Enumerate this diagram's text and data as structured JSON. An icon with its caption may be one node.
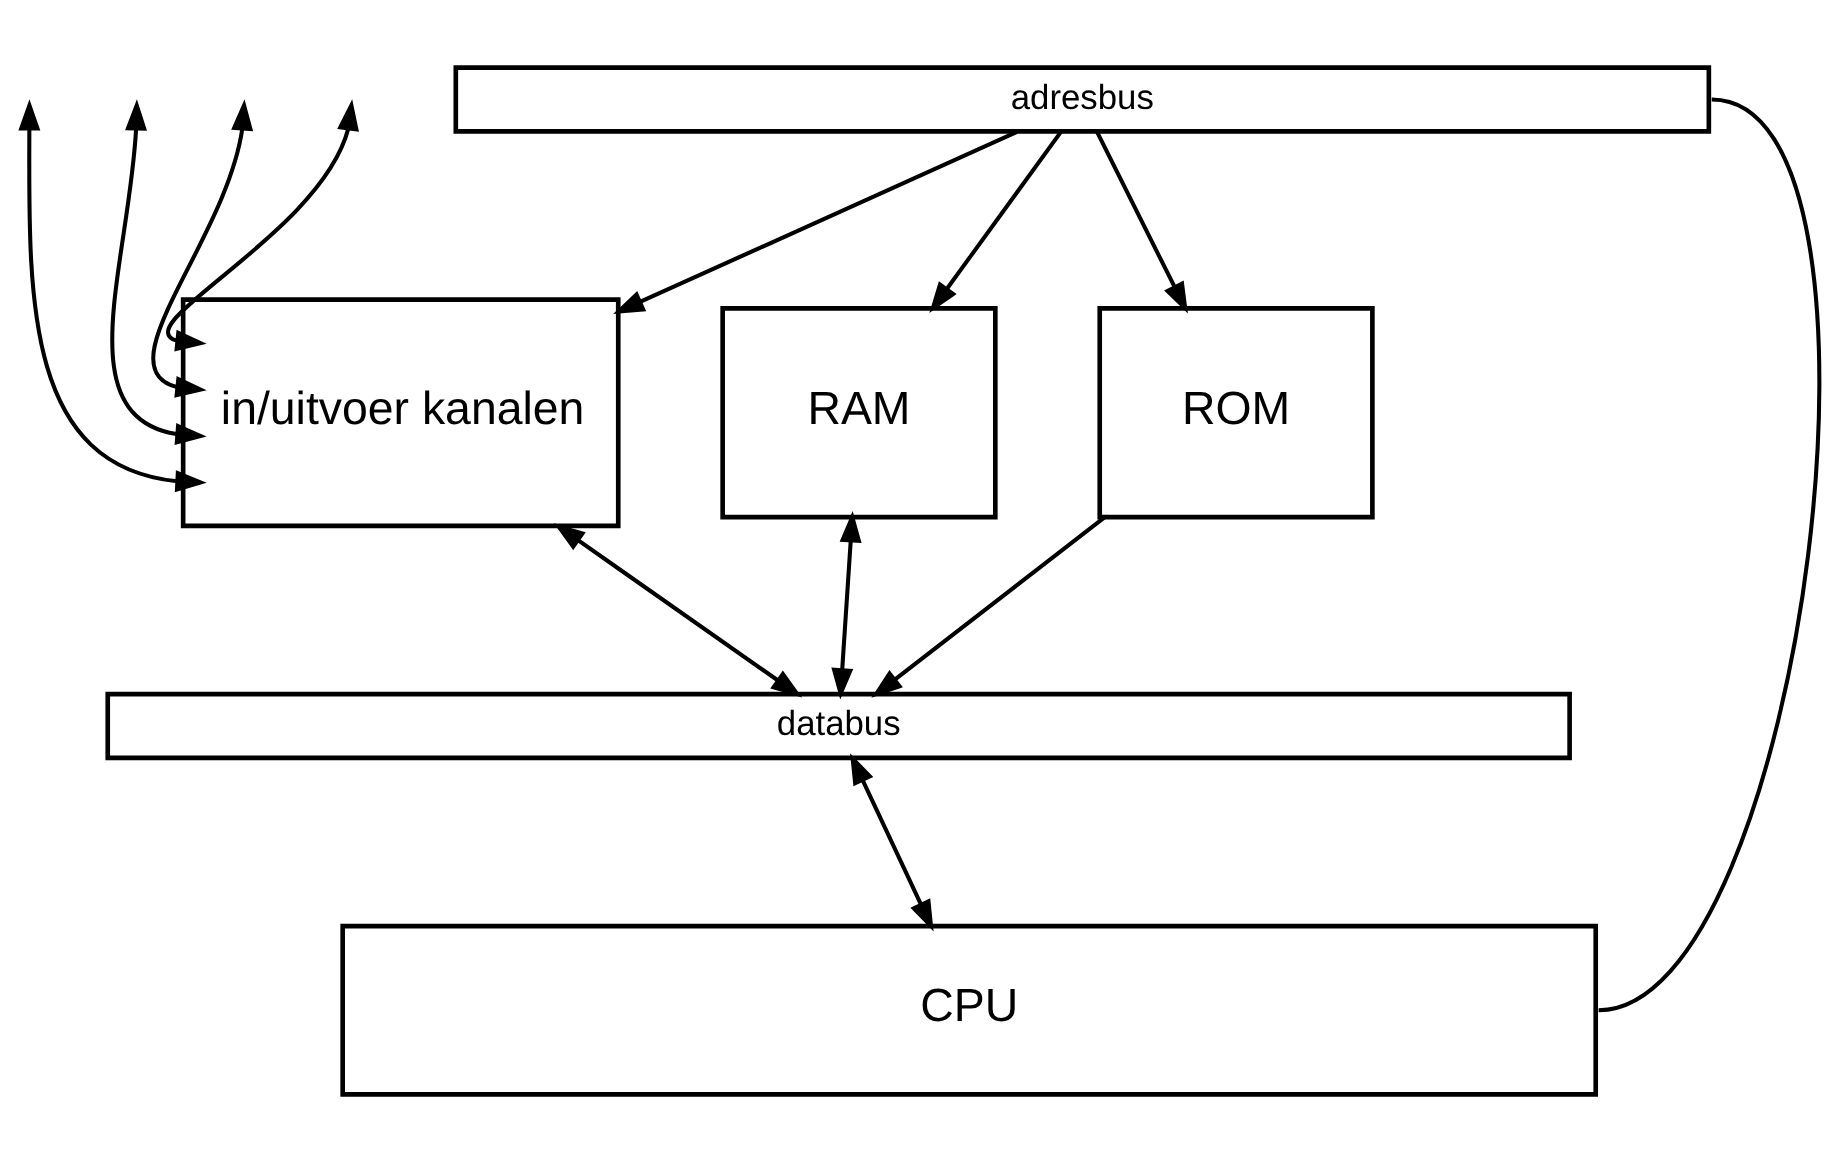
{
  "diagram": {
    "nodes": [
      {
        "text": [
          "adresbus"
        ]
      },
      {
        "text": [
          "in/uitvoer kanalen"
        ]
      },
      {
        "text": [
          "RAM"
        ]
      },
      {
        "text": [
          "ROM"
        ]
      },
      {
        "text": [
          "databus"
        ]
      },
      {
        "text": [
          "CPU"
        ]
      }
    ],
    "edges": [
      {
        "from": 5,
        "to": 0,
        "arrow": "none"
      },
      {
        "from": 0,
        "to": 1,
        "arrow": "to"
      },
      {
        "from": 0,
        "to": 2,
        "arrow": "to"
      },
      {
        "from": 0,
        "to": 3,
        "arrow": "to"
      },
      {
        "from": null,
        "to": 1,
        "arrow": "both"
      },
      {
        "from": null,
        "to": 1,
        "arrow": "both"
      },
      {
        "from": null,
        "to": 1,
        "arrow": "both"
      },
      {
        "from": null,
        "to": 1,
        "arrow": "both"
      },
      {
        "from": 1,
        "to": 4,
        "arrow": "both"
      },
      {
        "from": 2,
        "to": 4,
        "arrow": "both"
      },
      {
        "from": 3,
        "to": 4,
        "arrow": "to"
      },
      {
        "from": 4,
        "to": 5,
        "arrow": "both"
      }
    ]
  }
}
